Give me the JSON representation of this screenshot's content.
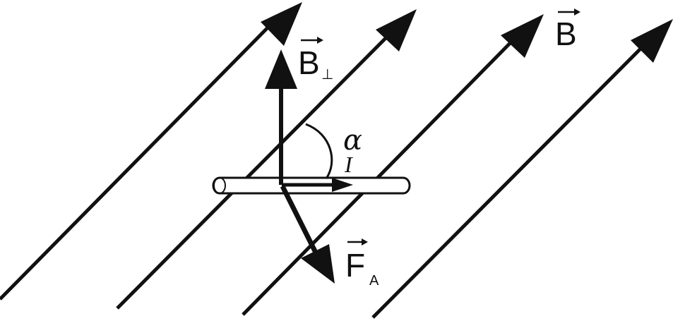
{
  "labels": {
    "field_vector": "B",
    "perp_symbol": "B",
    "perp_subscript": "⊥",
    "force_symbol": "F",
    "force_subscript": "A",
    "angle_symbol": "α",
    "current_symbol": "I"
  },
  "colors": {
    "ink": "#111111",
    "background": "#ffffff"
  }
}
